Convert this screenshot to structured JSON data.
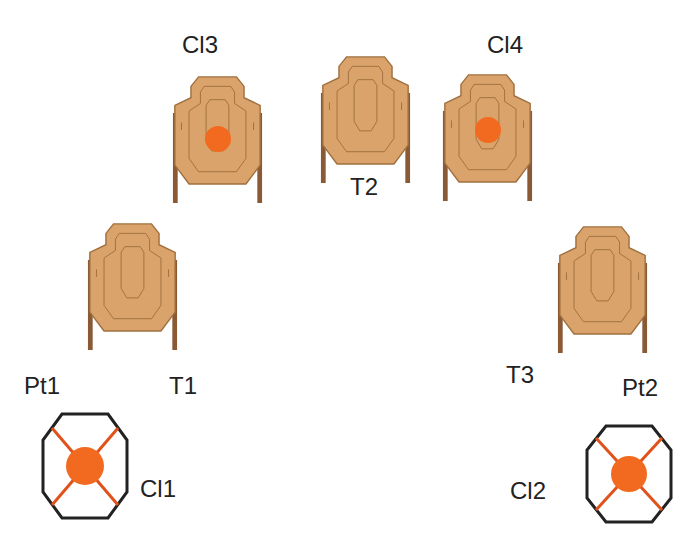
{
  "diagram": {
    "labels": [
      "Cl3",
      "Cl4",
      "T2",
      "T1",
      "T3",
      "Pt1",
      "Pt2",
      "Cl1",
      "Cl2"
    ]
  }
}
